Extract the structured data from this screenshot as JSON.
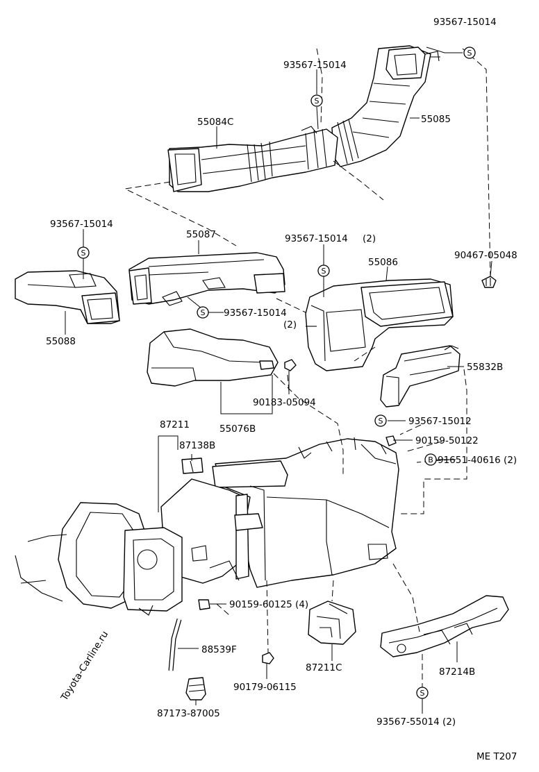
{
  "watermark": "Toyota-Carline.ru",
  "figure_code": "ME  T207",
  "parts": {
    "p55085": "55085",
    "p55084c": "55084C",
    "p55087": "55087",
    "p55086": "55086",
    "p55088": "55088",
    "p55076b": "55076B",
    "p55832b": "55832B",
    "p87211": "87211",
    "p87138b": "87138B",
    "p88539f": "88539F",
    "p87211c": "87211C",
    "p87214b": "87214B",
    "p87173": "87173-87005"
  },
  "fasteners": {
    "screw_top": "93567-15014",
    "screw_mid": "93567-15014",
    "screw_left": "93567-15014",
    "screw_55087": "93567-15014",
    "screw_55087_qty": "(2)",
    "screw_55086": "93567-15014",
    "screw_55086_qty": "(2)",
    "clip_right": "90467-05048",
    "clip_90183": "90183-05094",
    "screw_93567_15012": "93567-15012",
    "bolt_90159_50122": "90159-50122",
    "bolt_91651": "91651-40616 (2)",
    "bolt_90159_60125": "90159-60125 (4)",
    "nut_90179": "90179-06115",
    "screw_bottom": "93567-55014 (2)"
  },
  "symbols": {
    "screw": "S",
    "bolt": "B"
  }
}
